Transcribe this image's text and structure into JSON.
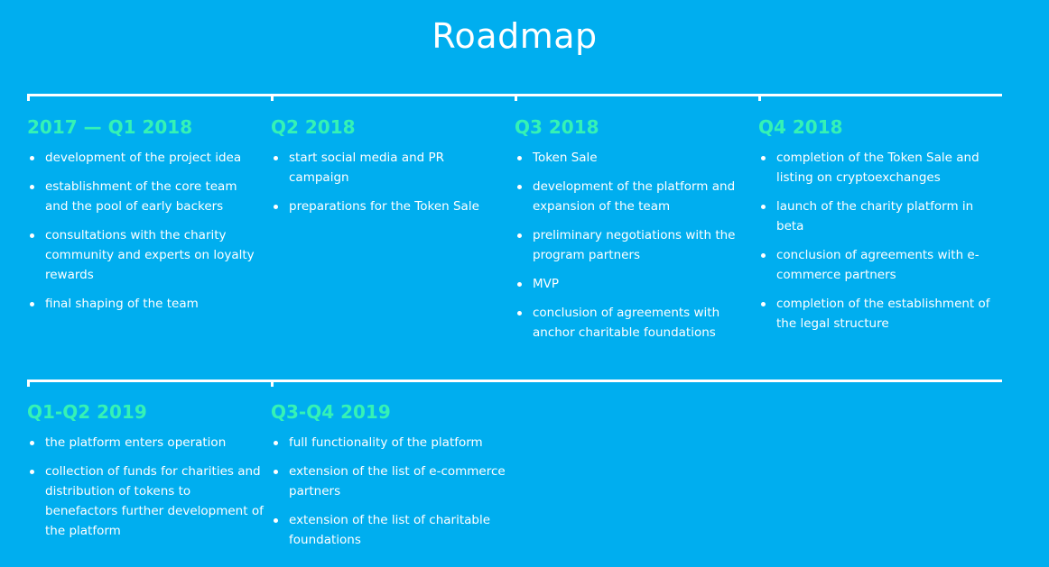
{
  "title": "Roadmap",
  "phases": [
    {
      "period": "2017 — Q1 2018",
      "items": [
        "development of the project idea",
        "establishment of the core team and the pool of early backers",
        "consultations with the charity community and experts on loyalty rewards",
        "final shaping of the team"
      ]
    },
    {
      "period": "Q2 2018",
      "items": [
        "start social media and PR campaign",
        "preparations for the Token Sale"
      ]
    },
    {
      "period": "Q3 2018",
      "items": [
        "Token Sale",
        "development of the platform and expansion of the team",
        "preliminary negotiations with the program partners",
        "MVP",
        "conclusion of agreements with anchor charitable foundations"
      ]
    },
    {
      "period": "Q4 2018",
      "items": [
        "completion of the Token Sale and listing on cryptoexchanges",
        "launch of the charity platform in beta",
        "conclusion of agreements with e-commerce partners",
        "completion of the establishment of the legal structure"
      ]
    },
    {
      "period": "Q1-Q2 2019",
      "items": [
        "the platform enters operation",
        "collection of funds for charities and distribution of tokens to benefactors further development of the platform"
      ]
    },
    {
      "period": "Q3-Q4 2019",
      "items": [
        "full functionality of the platform",
        "extension of the list of e-commerce partners",
        "extension of the list of  charitable foundations"
      ]
    }
  ],
  "colors": {
    "background": "#00aeef",
    "period_heading": "#35f2b5",
    "text": "#ffffff"
  }
}
